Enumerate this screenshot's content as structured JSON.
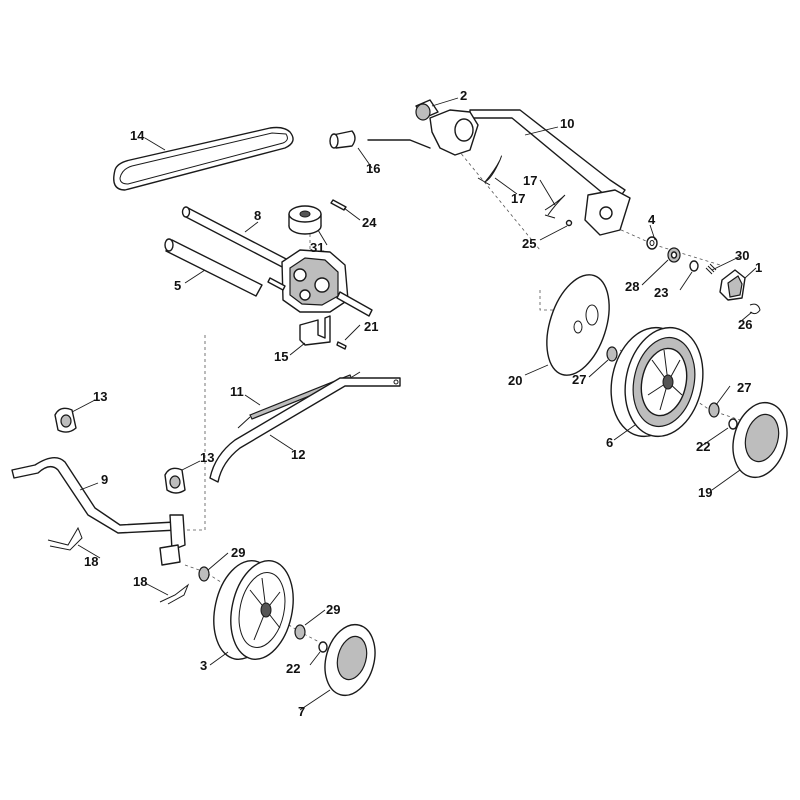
{
  "callouts": {
    "c1": "1",
    "c2": "2",
    "c3": "3",
    "c4": "4",
    "c5": "5",
    "c6": "6",
    "c7": "7",
    "c8": "8",
    "c9": "9",
    "c10": "10",
    "c11": "11",
    "c12": "12",
    "c13a": "13",
    "c13b": "13",
    "c14": "14",
    "c15": "15",
    "c16": "16",
    "c17a": "17",
    "c17b": "17",
    "c18a": "18",
    "c18b": "18",
    "c19": "19",
    "c20": "20",
    "c21": "21",
    "c22a": "22",
    "c22b": "22",
    "c23": "23",
    "c24": "24",
    "c25": "25",
    "c26": "26",
    "c27a": "27",
    "c27b": "27",
    "c28": "28",
    "c29a": "29",
    "c29b": "29",
    "c30": "30",
    "c31": "31"
  },
  "colors": {
    "line": "#1a1a1a",
    "shade": "#bdbdbd",
    "background": "#ffffff"
  }
}
